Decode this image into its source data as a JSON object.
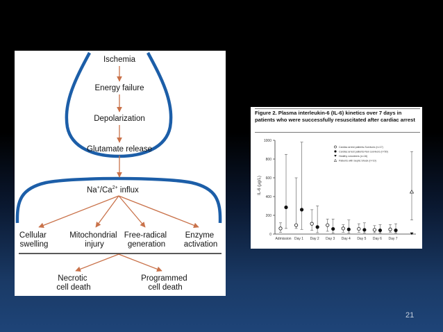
{
  "flowchart": {
    "steps": [
      "Ischemia",
      "Energy failure",
      "Depolarization",
      "Glutamate release"
    ],
    "influx": {
      "na": "Na",
      "na_sup": "+",
      "slash_ca": "/Ca",
      "ca_sup": "2+",
      "suffix": " influx"
    },
    "effects": [
      {
        "line1": "Cellular",
        "line2": "swelling"
      },
      {
        "line1": "Mitochondrial",
        "line2": "injury"
      },
      {
        "line1": "Free-radical",
        "line2": "generation"
      },
      {
        "line1": "Enzyme",
        "line2": "activation"
      }
    ],
    "outcomes": [
      {
        "line1": "Necrotic",
        "line2": "cell death"
      },
      {
        "line1": "Programmed",
        "line2": "cell death"
      }
    ],
    "colors": {
      "arrow": "#c9724a",
      "shape": "#1c5ea8",
      "rule": "#222222"
    }
  },
  "figure": {
    "title": "Figure 2. Plasma interleukin-6 (IL-6) kinetics over 7 days in patients who were successfully resuscitated after cardiac arrest"
  },
  "chart_data": {
    "type": "scatter",
    "ylabel": "IL-6 (µg/L)",
    "xlabel": "",
    "ylim": [
      0,
      1000
    ],
    "yticks": [
      0,
      200,
      400,
      600,
      800,
      1000
    ],
    "categories": [
      "Admission",
      "Day 1",
      "Day 2",
      "Day 3",
      "Day 4",
      "Day 5",
      "Day 6",
      "Day 7"
    ],
    "series": [
      {
        "name": "Cardiac arrest patients-Survivors (n=17)",
        "marker": "open-circle",
        "values": [
          60,
          95,
          110,
          95,
          60,
          55,
          45,
          50
        ],
        "err_low": [
          20,
          60,
          40,
          30,
          20,
          20,
          15,
          20
        ],
        "err_high": [
          120,
          600,
          260,
          160,
          100,
          110,
          90,
          100
        ]
      },
      {
        "name": "Cardiac arrest patients-Non survivors (n=50)",
        "marker": "filled-circle",
        "values": [
          285,
          260,
          75,
          55,
          50,
          45,
          40,
          40
        ],
        "err_low": [
          60,
          50,
          15,
          10,
          10,
          10,
          10,
          10
        ],
        "err_high": [
          850,
          980,
          300,
          160,
          150,
          120,
          100,
          110
        ]
      },
      {
        "name": "Healthy volunteers (n=16)",
        "marker": "triangle-down",
        "values": [
          0,
          null,
          null,
          null,
          null,
          null,
          null,
          null
        ],
        "extra_point": 2
      },
      {
        "name": "Patients with Septic Shock (n=10)",
        "marker": "open-triangle",
        "values": [
          null,
          null,
          null,
          null,
          null,
          null,
          null,
          null
        ],
        "extra_point": 450,
        "extra_low": 150,
        "extra_high": 880
      }
    ],
    "colors": {
      "axis": "#333333",
      "marker": "#111111"
    }
  },
  "slide": {
    "number": "21"
  }
}
